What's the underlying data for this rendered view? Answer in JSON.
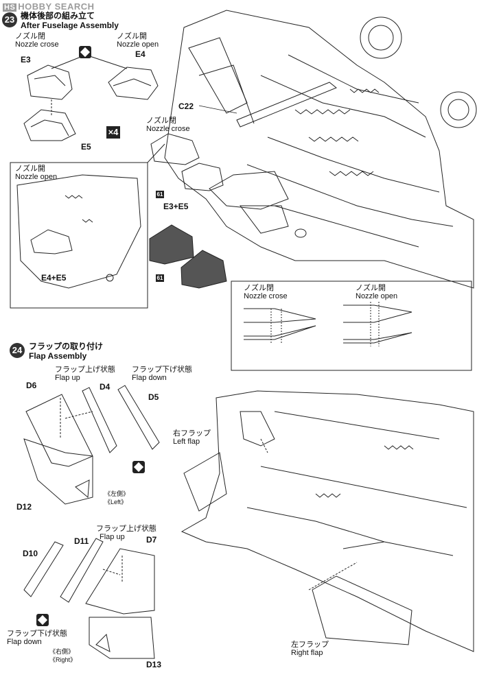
{
  "watermark": {
    "badge": "HS",
    "text": "HOBBY SEARCH"
  },
  "step23": {
    "number": "23",
    "title_jp": "機体後部の組み立て",
    "title_en": "After Fuselage Assembly",
    "nozzle_closed_jp": "ノズル閉",
    "nozzle_closed_en": "Nozzle crose",
    "nozzle_open_jp": "ノズル開",
    "nozzle_open_en": "Nozzle open",
    "parts": {
      "e3": "E3",
      "e4": "E4",
      "e5": "E5",
      "c22": "C22",
      "e3e5": "E3+E5",
      "e4e5": "E4+E5"
    },
    "multiplier": "×4",
    "color_tag": "61",
    "inset_nozzle_open_jp": "ノズル開",
    "inset_nozzle_open_en": "Nozzle open",
    "detail_closed_jp": "ノズル閉",
    "detail_closed_en": "Nozzle crose",
    "detail_open_jp": "ノズル開",
    "detail_open_en": "Nozzle open"
  },
  "step24": {
    "number": "24",
    "title_jp": "フラップの取り付け",
    "title_en": "Flap Assembly",
    "flap_up_jp": "フラップ上げ状態",
    "flap_up_en": "Flap up",
    "flap_down_jp": "フラップ下げ状態",
    "flap_down_en": "Flap down",
    "flap_up2_jp": "フラップ上げ状態",
    "flap_up2_en": "Flap up",
    "flap_down2_jp": "フラップ下げ状態",
    "flap_down2_en": "Flap down",
    "parts": {
      "d4": "D4",
      "d5": "D5",
      "d6": "D6",
      "d7": "D7",
      "d10": "D10",
      "d11": "D11",
      "d12": "D12",
      "d13": "D13"
    },
    "left_jp": "《左側》",
    "left_en": "《Left》",
    "right_jp": "《右側》",
    "right_en": "《Right》",
    "right_flap_jp": "右フラップ",
    "left_flap_en": "Left flap",
    "left_flap_jp": "左フラップ",
    "right_flap_en": "Right flap"
  }
}
